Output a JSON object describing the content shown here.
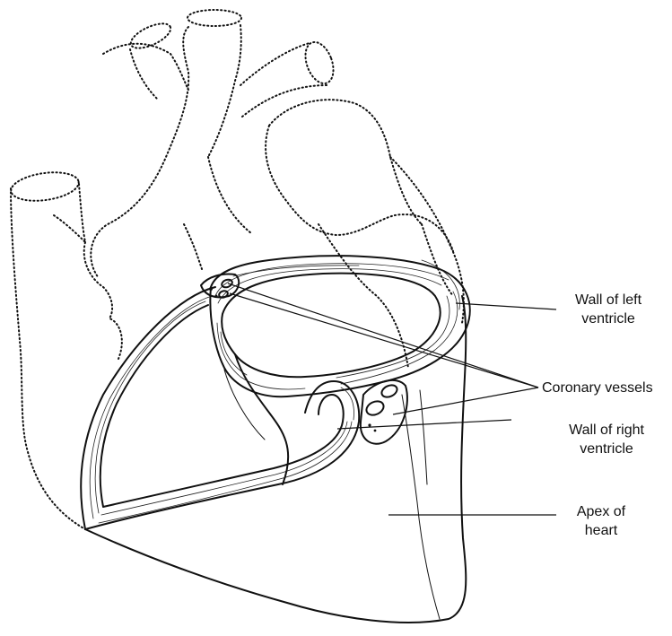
{
  "labels": {
    "left_ventricle_line1": "Wall of left",
    "left_ventricle_line2": "ventricle",
    "coronary_vessels": "Coronary vessels",
    "right_ventricle_line1": "Wall of right",
    "right_ventricle_line2": "ventricle",
    "apex_line1": "Apex of",
    "apex_line2": "heart"
  }
}
